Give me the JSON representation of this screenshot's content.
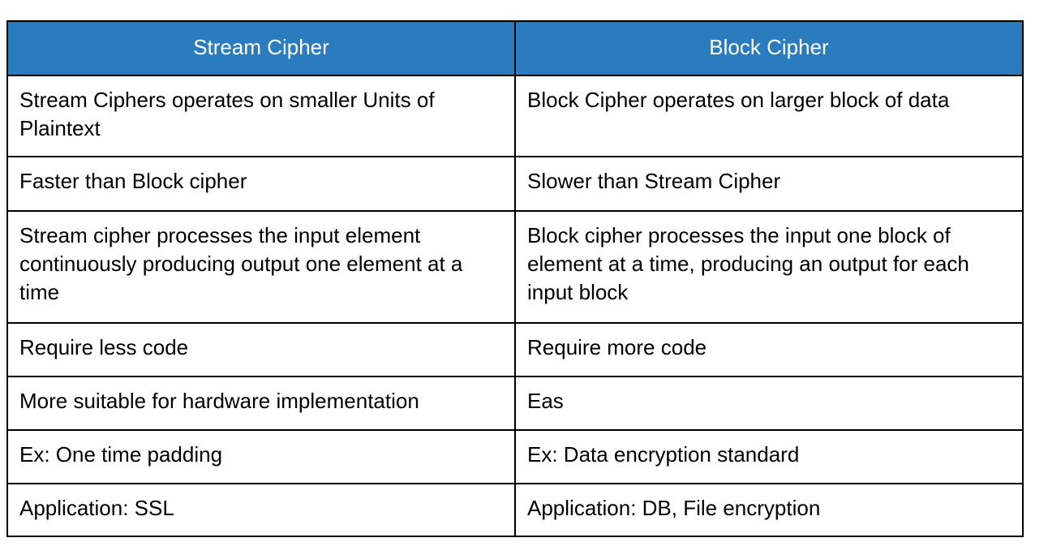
{
  "table": {
    "name": "stream-cipher-vs-block-cipher-comparison",
    "header_bg_color": "#2B7CBF",
    "header_text_color": "#FFFFFF",
    "border_color": "#000000",
    "body_text_color": "#000000",
    "columns": [
      {
        "label": "Stream Cipher"
      },
      {
        "label": "Block Cipher"
      }
    ],
    "rows": [
      {
        "left": "Stream Ciphers operates on smaller Units of Plaintext",
        "right": "Block Cipher operates on larger block of data"
      },
      {
        "left": "Faster than Block cipher",
        "right": "Slower than Stream Cipher"
      },
      {
        "left": "Stream cipher processes the input element continuously producing output one element at a time",
        "right": "Block cipher processes the input one block of element at a time, producing an output for each input block"
      },
      {
        "left": "Require less code",
        "right": "Require more code"
      },
      {
        "left": "More suitable for hardware implementation",
        "right": "Eas"
      },
      {
        "left": "Ex: One time padding",
        "right": "Ex: Data encryption standard"
      },
      {
        "left": "Application: SSL",
        "right": "Application: DB, File encryption"
      }
    ]
  }
}
